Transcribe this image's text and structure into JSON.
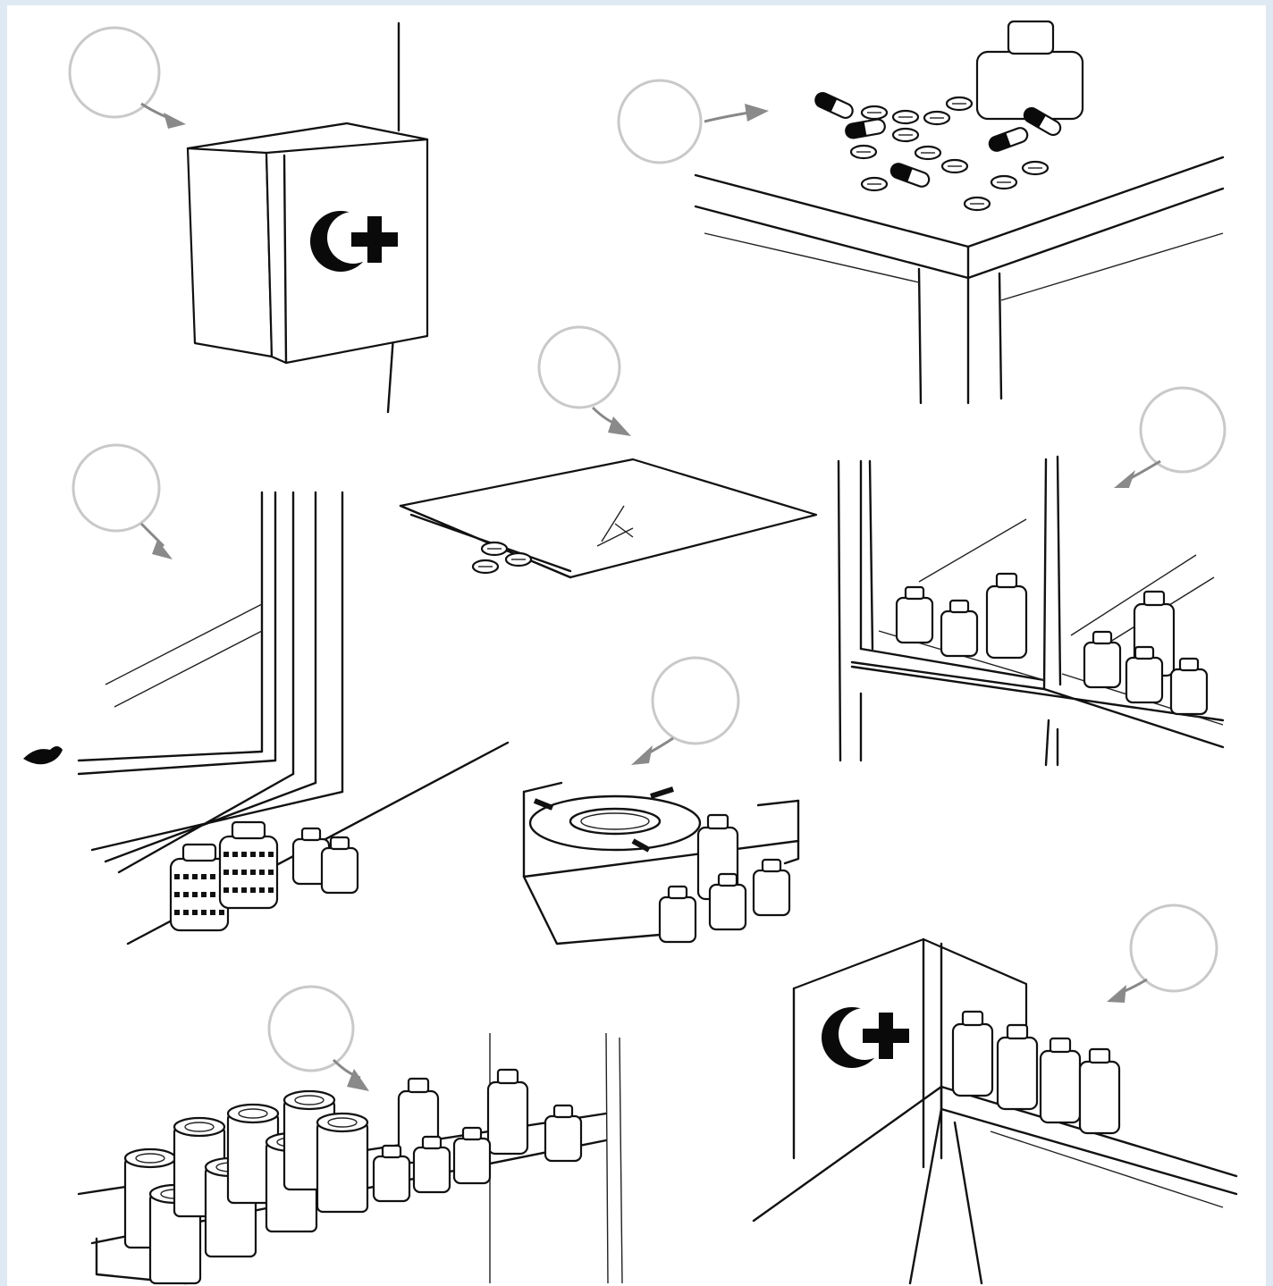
{
  "scenes": [
    {
      "id": "wall-first-aid-cabinet",
      "bubble_label": "",
      "icon": "crescent-plus-icon"
    },
    {
      "id": "pills-on-table",
      "bubble_label": ""
    },
    {
      "id": "pills-in-plastic-bag",
      "bubble_label": ""
    },
    {
      "id": "bottles-on-windowsill",
      "bubble_label": ""
    },
    {
      "id": "bottles-in-glass-cabinet",
      "bubble_label": ""
    },
    {
      "id": "bottles-near-stove",
      "bubble_label": ""
    },
    {
      "id": "bottles-in-fridge-door",
      "bubble_label": ""
    },
    {
      "id": "bottles-on-top-of-cabinet",
      "bubble_label": "",
      "icon": "crescent-plus-icon"
    }
  ],
  "colors": {
    "page_background": "#dfe9f3",
    "sheet": "#ffffff",
    "ink": "#111111",
    "bubble_border": "#c9c9c9",
    "arrow": "#888888"
  }
}
